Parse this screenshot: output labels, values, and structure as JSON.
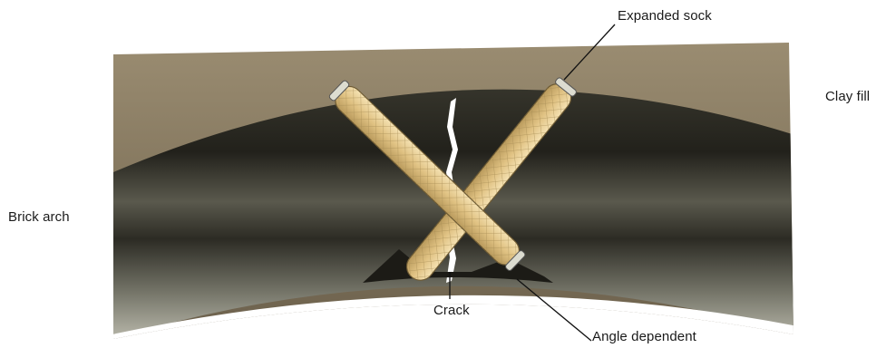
{
  "labels": {
    "expanded_sock": "Expanded sock",
    "clay_fill": "Clay fill",
    "brick_arch": "Brick arch",
    "crack": "Crack",
    "angle_dependent": "Angle dependent"
  },
  "colors": {
    "clay_fill": "#8a7c62",
    "brick_arch_dark": "#2b2a22",
    "brick_arch_mid": "#5d5c50",
    "sock": "#e2c487",
    "sock_mesh": "#b59a61",
    "crack": "#ffffff",
    "leader_line": "#111111"
  }
}
